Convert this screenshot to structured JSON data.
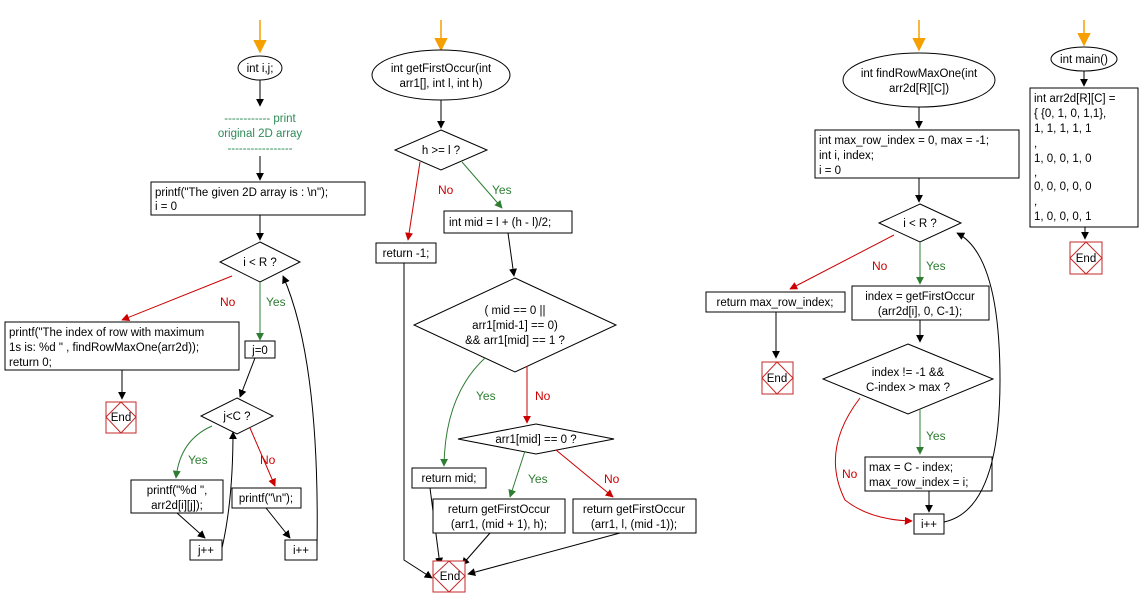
{
  "main_left": {
    "decl": "int i,j;",
    "comment": [
      "------------ print",
      "original 2D array",
      "-----------------"
    ],
    "print_given": [
      "printf(\"The given 2D array is :  \\n\");",
      "i = 0"
    ],
    "cond_i": "i < R ?",
    "result": [
      "printf(\"The index of row with maximum",
      "1s is:  %d \" , findRowMaxOne(arr2d));",
      "return 0;"
    ],
    "j_init": "j=0",
    "cond_j": "j<C ?",
    "print_elem": [
      "printf(\"%d  \",",
      "arr2d[i][j]);"
    ],
    "print_nl": "printf(\"\\n\");",
    "j_inc": "j++",
    "i_inc": "i++",
    "end": "End",
    "yes": "Yes",
    "no": "No"
  },
  "get_first_occur": {
    "title": [
      "int getFirstOccur(int",
      "arr1[], int l, int h)"
    ],
    "cond_h": "h >= l ?",
    "mid_calc": "int mid = l + (h - l)/2;",
    "return_neg": "return -1;",
    "cond_mid": [
      "( mid == 0 ||",
      "arr1[mid-1] == 0)",
      "&& arr1[mid] == 1 ?"
    ],
    "cond_zero": "arr1[mid] == 0 ?",
    "return_mid": "return mid;",
    "recurse_right": [
      "return getFirstOccur",
      "(arr1, (mid + 1), h);"
    ],
    "recurse_left": [
      "return getFirstOccur",
      "(arr1, l, (mid -1));"
    ],
    "end": "End",
    "yes": "Yes",
    "no": "No"
  },
  "find_row_max_one": {
    "title": [
      "int findRowMaxOne(int",
      "arr2d[R][C])"
    ],
    "init": [
      "int max_row_index = 0, max = -1;",
      "int i, index;",
      "i = 0"
    ],
    "cond_i": "i < R ?",
    "return_max": "return max_row_index;",
    "index_assign": [
      "index = getFirstOccur",
      "(arr2d[i], 0, C-1);"
    ],
    "cond_index": [
      "index != -1 &&",
      "C-index > max ?"
    ],
    "update": [
      "max = C - index;",
      "max_row_index = i;"
    ],
    "i_inc": "i++",
    "end": "End",
    "yes": "Yes",
    "no": "No"
  },
  "main_right": {
    "title": "int main()",
    "array_decl": [
      "int arr2d[R][C] =",
      "{ {0, 1, 0, 1,1},",
      "1, 1, 1, 1, 1",
      ",",
      "1, 0, 0, 1, 0",
      ",",
      "0, 0, 0, 0, 0",
      ",",
      "1, 0, 0, 0, 1"
    ],
    "end": "End"
  },
  "colors": {
    "yes_line": "#2e7d32",
    "no_line": "#cc0000",
    "entry_arrow": "#f5a000",
    "end_border": "#c62828",
    "comment_text": "#2e8b57"
  }
}
